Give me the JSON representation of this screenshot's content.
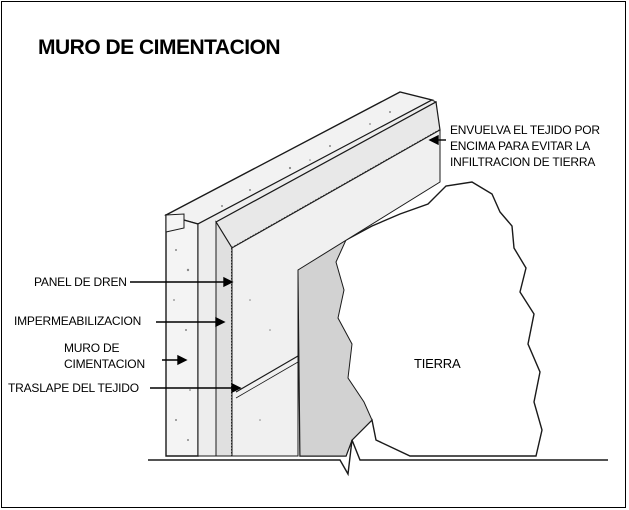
{
  "title": "MURO DE CIMENTACION",
  "labels": {
    "envuelva": [
      "ENVUELVA EL TEJIDO POR",
      "ENCIMA PARA EVITAR LA",
      "INFILTRACION DE TIERRA"
    ],
    "panel": "PANEL DE DREN",
    "impermeabilizacion": "IMPERMEABILIZACION",
    "muro": [
      "MURO DE",
      "CIMENTACION"
    ],
    "traslape": "TRASLAPE DEL TEJIDO",
    "tierra": "TIERRA"
  },
  "colors": {
    "line": "#1a1a1a",
    "concrete": "#f4f4f4",
    "drain_panel": "#e6e6e6",
    "soil": "#d2d2d2"
  }
}
